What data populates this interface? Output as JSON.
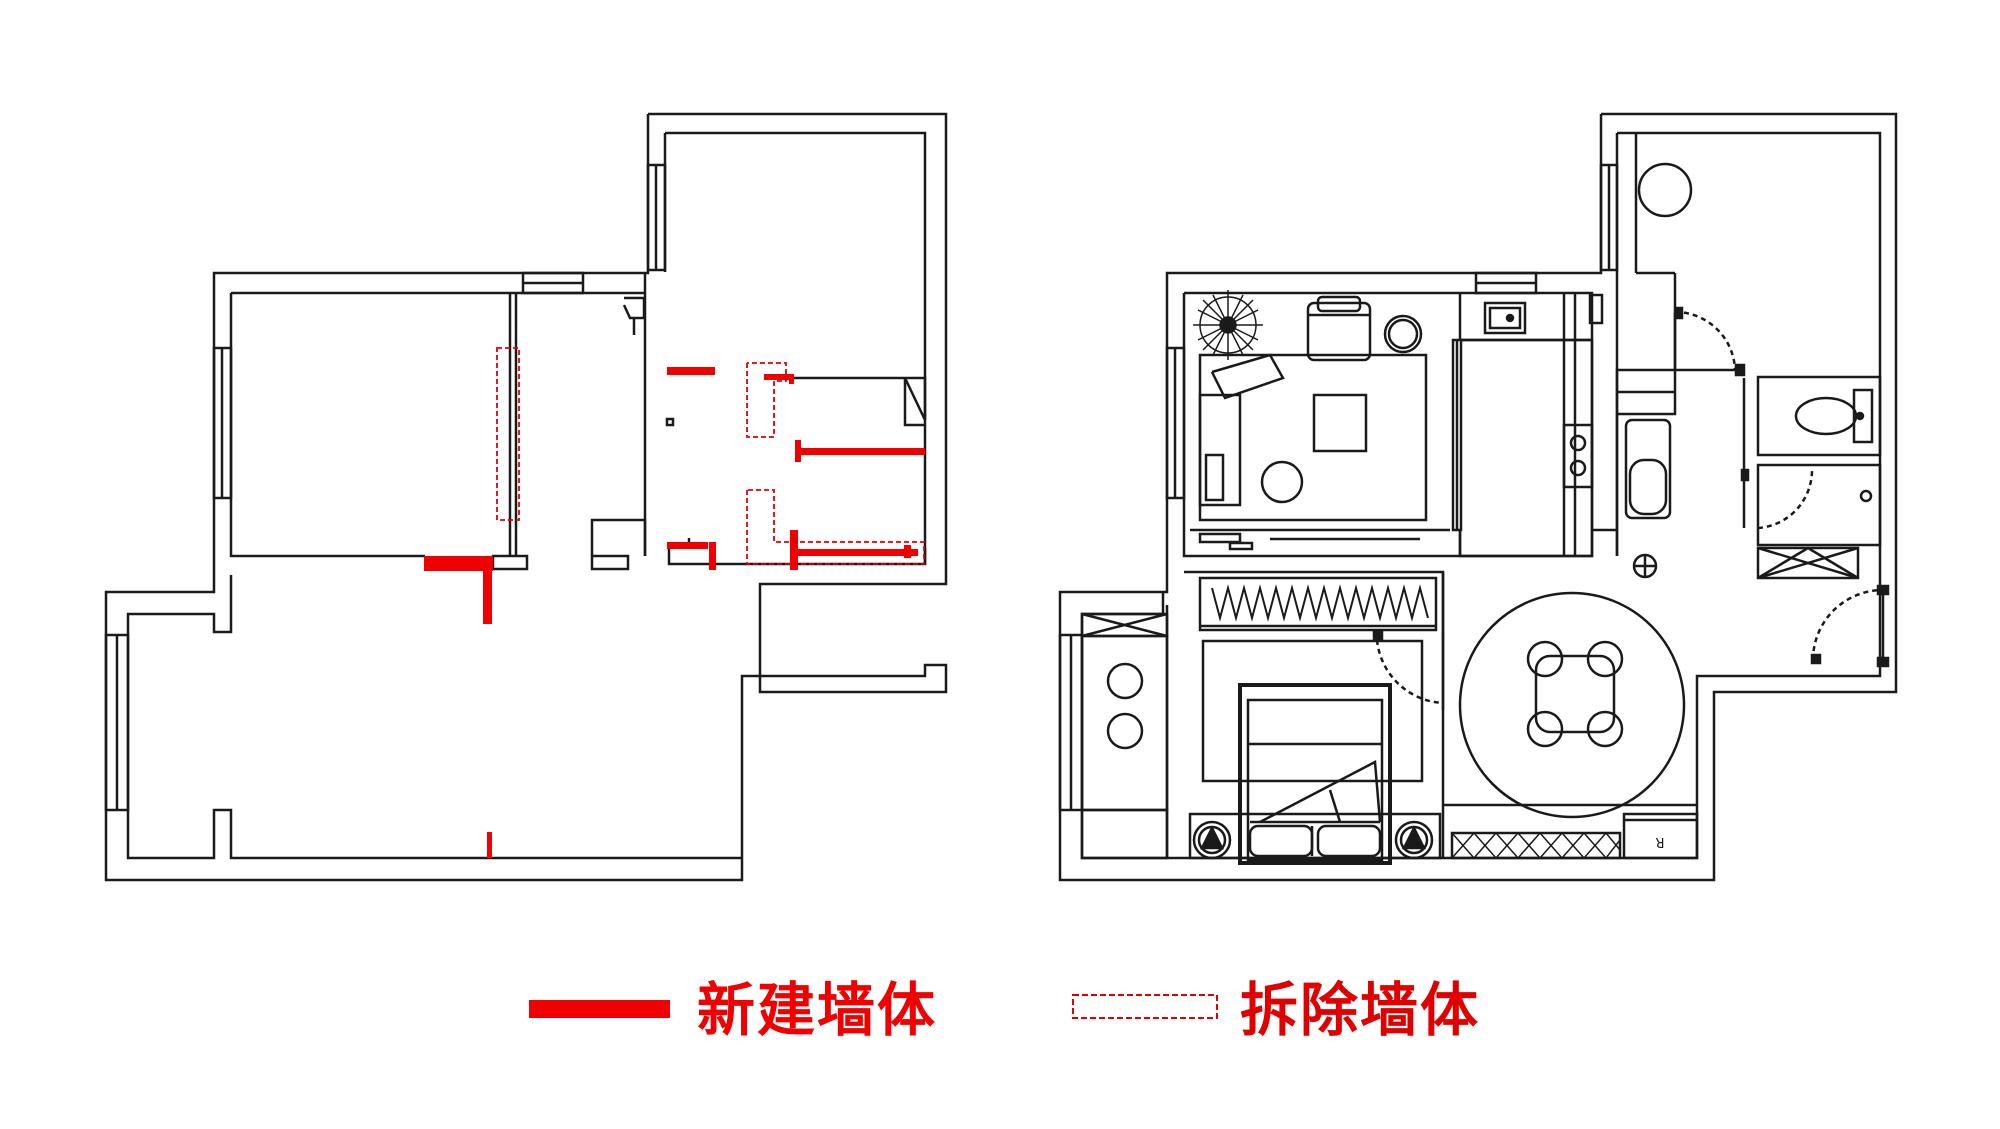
{
  "colors": {
    "line": "#1a1a1a",
    "new_wall": "#f00000",
    "demolish_wall": "#e00000",
    "background": "#ffffff"
  },
  "legend": {
    "new_wall_label": "新建墙体",
    "demolish_wall_label": "拆除墙体"
  },
  "fixture_labels": {
    "fridge_mark": "R"
  }
}
